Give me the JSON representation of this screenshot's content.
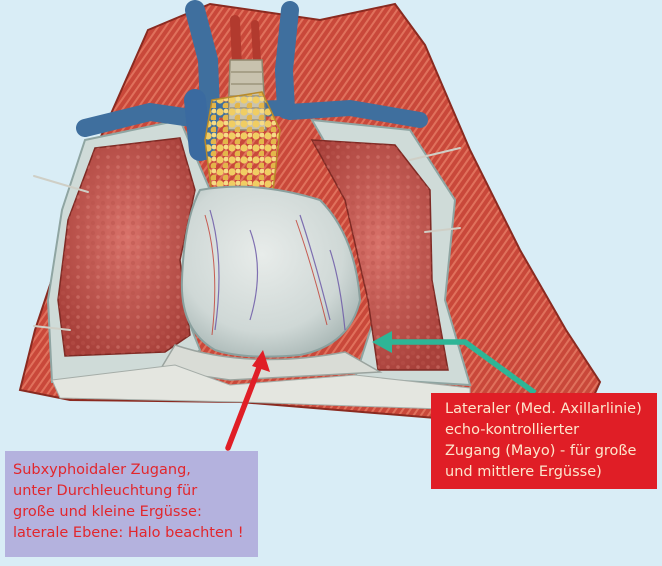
{
  "labels": {
    "lateral": {
      "lines": [
        "Lateraler (Med. Axillarlinie)",
        "echo-kontrollierter",
        "Zugang (Mayo) - für große",
        "und mittlere Ergüsse)"
      ],
      "bg_color": "#e01e26",
      "text_color": "#fde6cc"
    },
    "subxyphoidal": {
      "lines": [
        "Subxyphoidaler Zugang,",
        "unter Durchleuchtung für",
        "große und kleine Ergüsse:",
        "laterale Ebene: Halo beachten !"
      ],
      "bg_color": "#b4b2de",
      "text_color": "#e2262c"
    }
  },
  "arrows": {
    "lateral_color": "#2eb596",
    "subxyphoidal_color": "#e01e26"
  }
}
